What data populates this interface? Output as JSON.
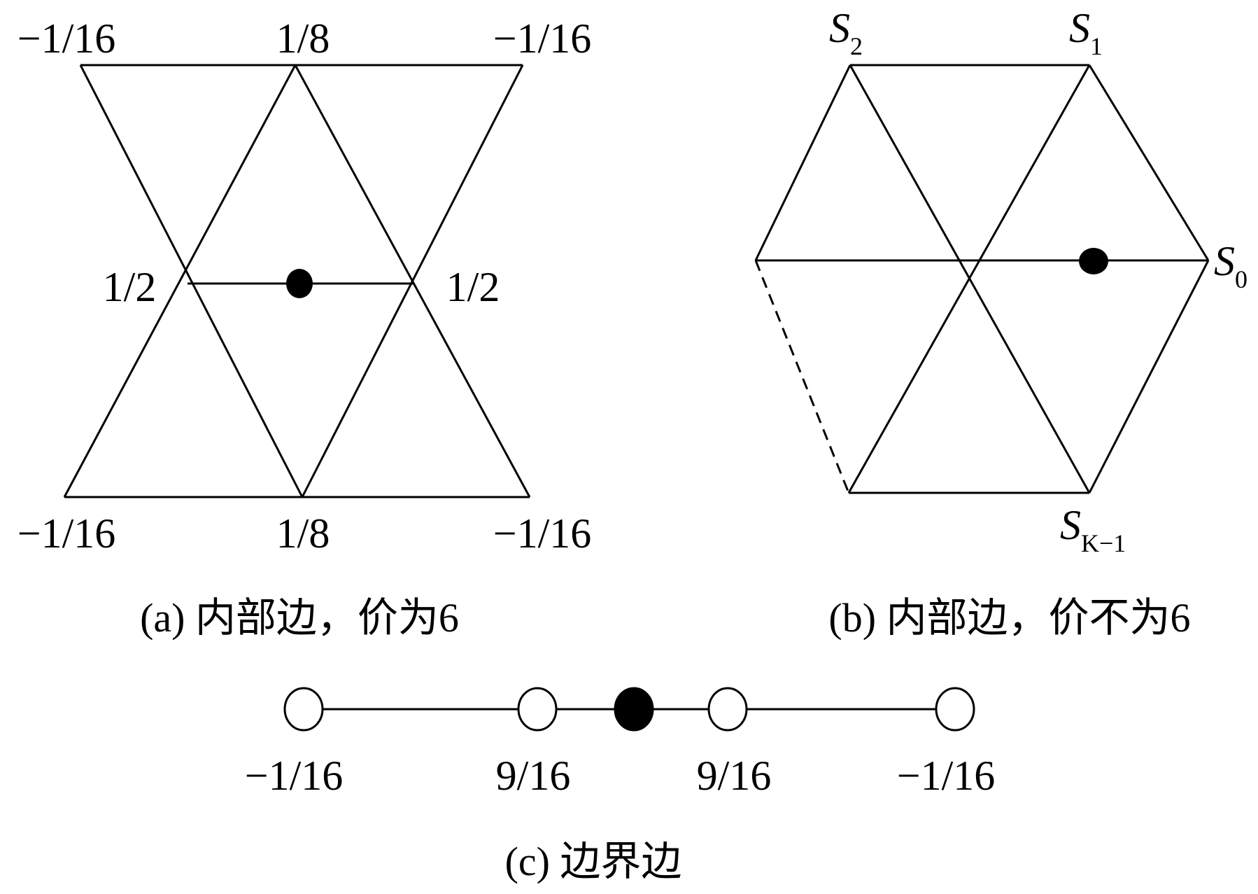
{
  "panel_a": {
    "caption": "(a) 内部边，价为6",
    "labels": {
      "top_left": "−1/16",
      "top_mid": "1/8",
      "top_right": "−1/16",
      "mid_left": "1/2",
      "mid_right": "1/2",
      "bot_left": "−1/16",
      "bot_mid": "1/8",
      "bot_right": "−1/16"
    }
  },
  "panel_b": {
    "caption": "(b) 内部边，价不为6",
    "labels": {
      "s2": "S",
      "s2_sub": "2",
      "s1": "S",
      "s1_sub": "1",
      "s0": "S",
      "s0_sub": "0",
      "sk": "S",
      "sk_sub": "K−1"
    }
  },
  "panel_c": {
    "caption": "(c) 边界边",
    "labels": {
      "p1": "−1/16",
      "p2": "9/16",
      "p3": "9/16",
      "p4": "−1/16"
    }
  },
  "colors": {
    "line": "#000000",
    "filled_node": "#000000",
    "open_node": "#ffffff"
  }
}
